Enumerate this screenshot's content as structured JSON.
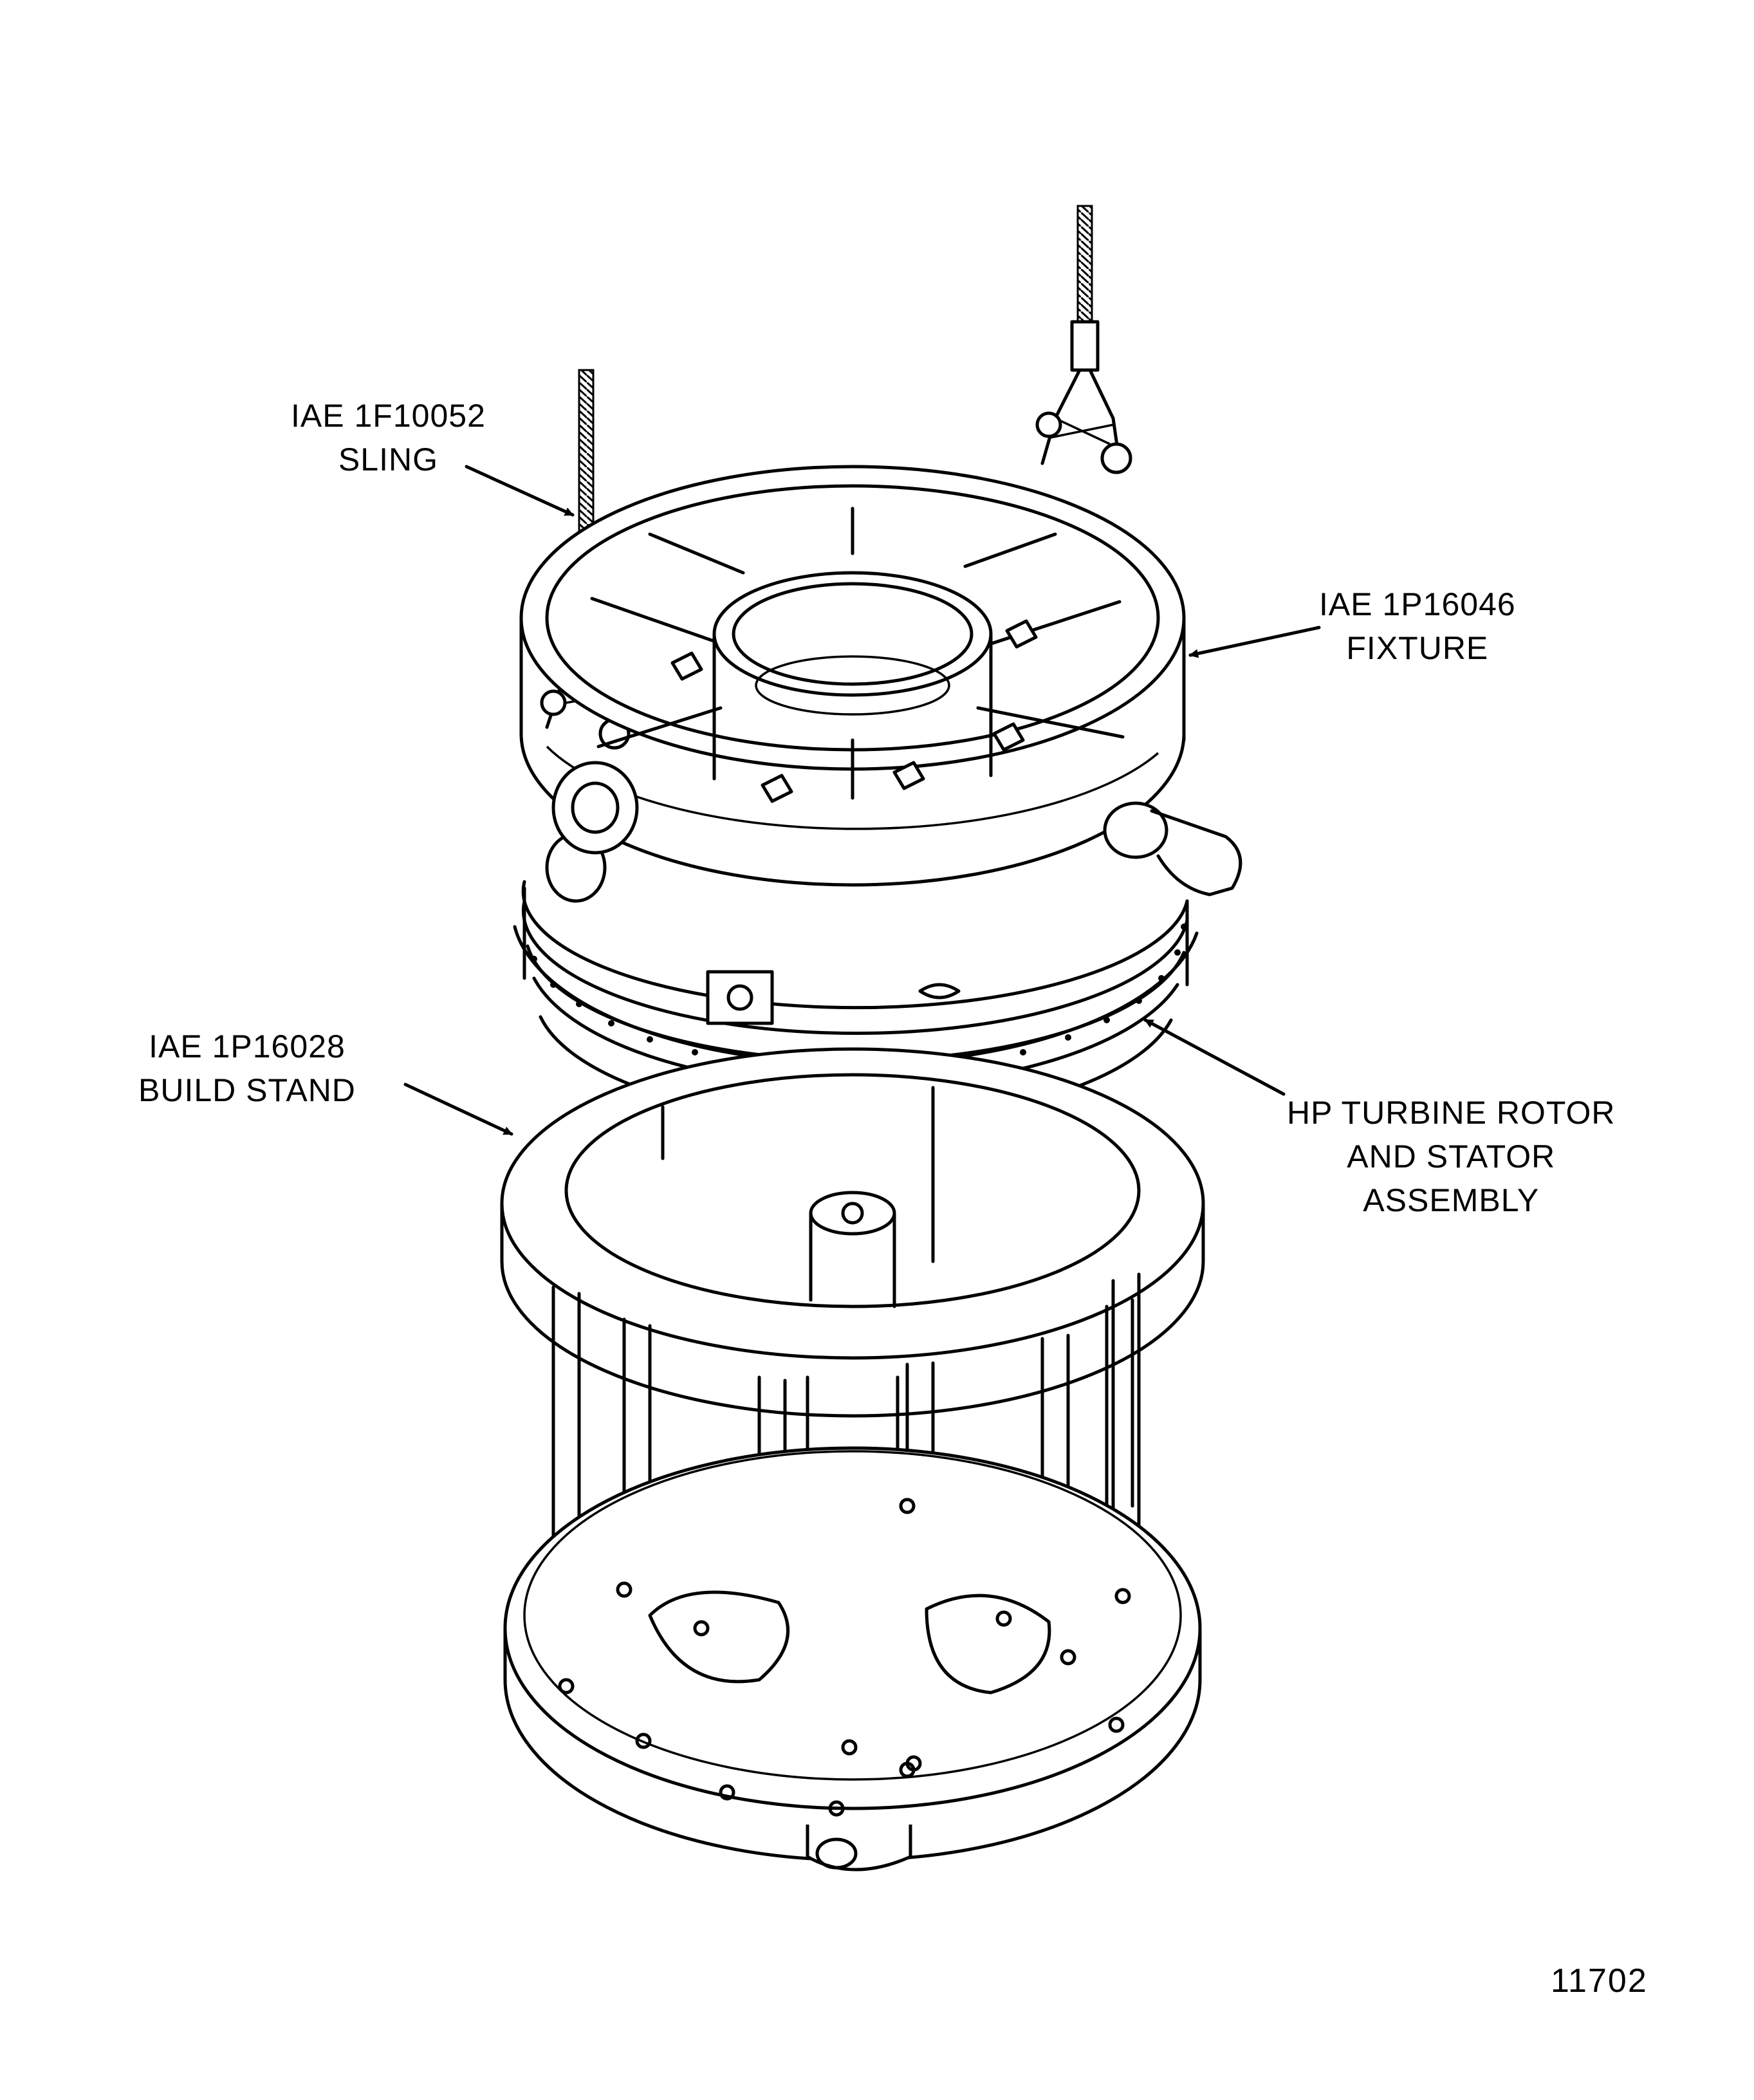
{
  "callouts": {
    "sling": {
      "line1": "IAE 1F10052",
      "line2": "SLING"
    },
    "fixture": {
      "line1": "IAE 1P16046",
      "line2": "FIXTURE"
    },
    "build_stand": {
      "line1": "IAE 1P16028",
      "line2": "BUILD STAND"
    },
    "hp_turbine": {
      "line1": "HP TURBINE ROTOR",
      "line2": "AND STATOR",
      "line3": "ASSEMBLY"
    }
  },
  "figure_number": "11702"
}
